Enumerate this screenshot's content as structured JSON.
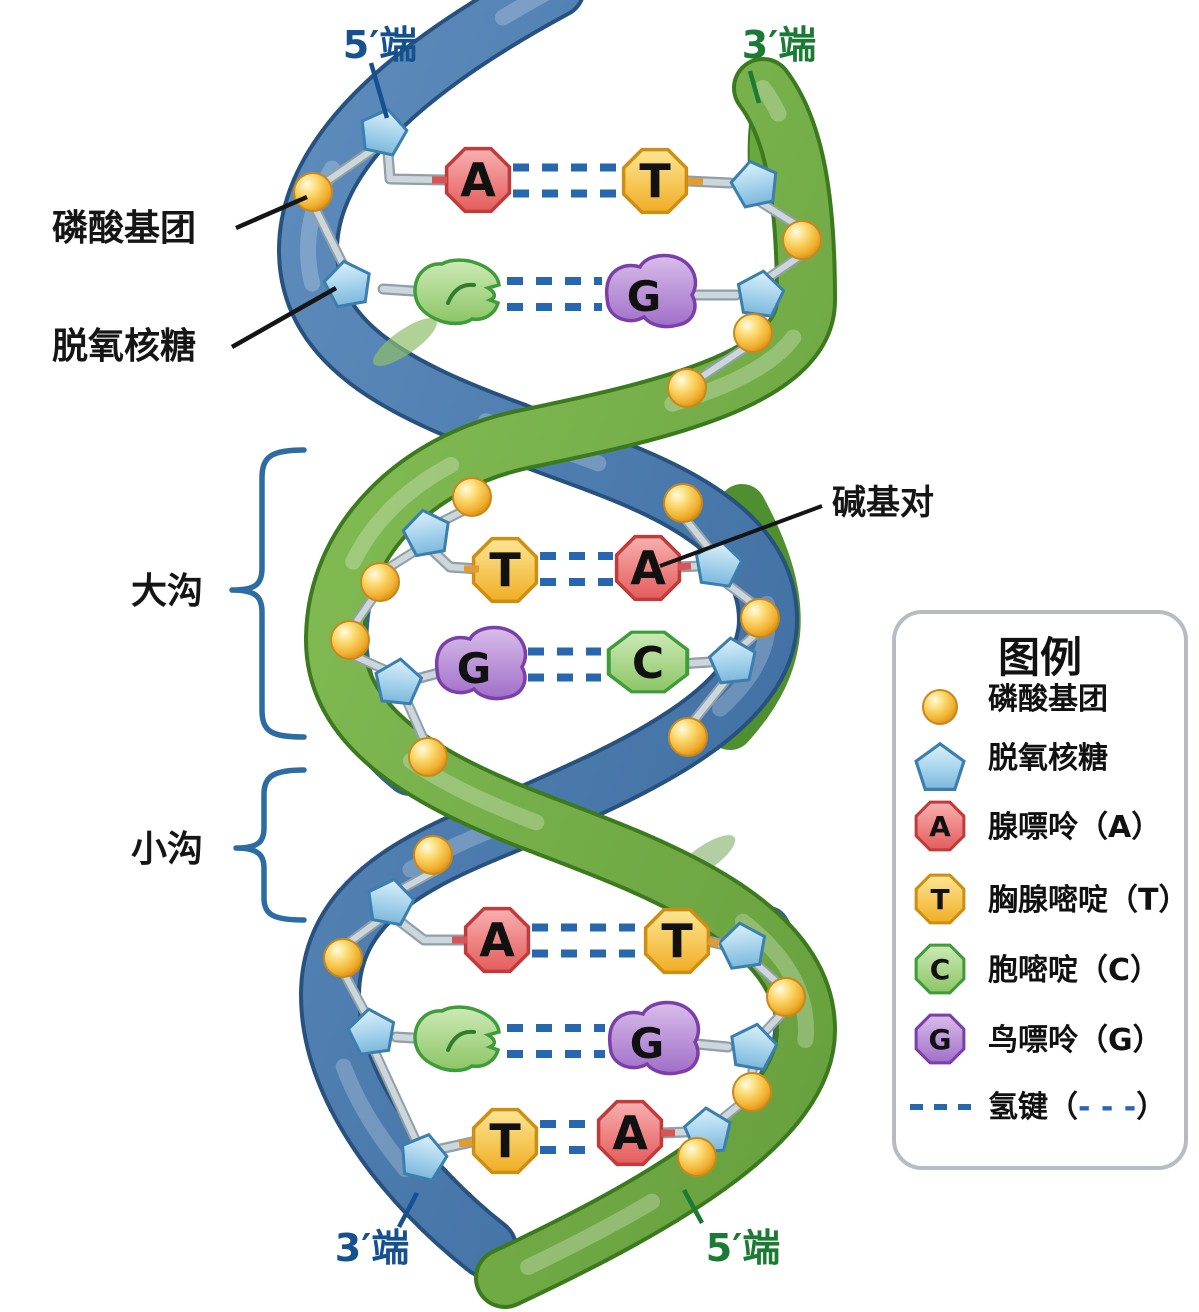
{
  "figure": {
    "type": "dna-double-helix-diagram",
    "language": "zh"
  },
  "labels": {
    "five_end_top": "5′端",
    "three_end_top": "3′端",
    "three_end_bottom": "3′端",
    "five_end_bottom": "5′端",
    "phosphate": "磷酸基团",
    "deoxyribose": "脱氧核糖",
    "major_groove": "大沟",
    "minor_groove": "小沟",
    "base_pair": "碱基对"
  },
  "base_pairs": [
    {
      "left": {
        "base": "A",
        "shape": "octagon",
        "letter_shown": true
      },
      "right": {
        "base": "T",
        "shape": "octagon",
        "letter_shown": true
      }
    },
    {
      "left": {
        "base": "C",
        "shape": "blob-notch",
        "letter_shown": false
      },
      "right": {
        "base": "G",
        "shape": "blob",
        "letter_shown": true
      }
    },
    {
      "left": {
        "base": "T",
        "shape": "octagon",
        "letter_shown": true
      },
      "right": {
        "base": "A",
        "shape": "octagon",
        "letter_shown": true
      }
    },
    {
      "left": {
        "base": "G",
        "shape": "blob",
        "letter_shown": true
      },
      "right": {
        "base": "C",
        "shape": "blob-wide",
        "letter_shown": true
      }
    },
    {
      "left": {
        "base": "A",
        "shape": "octagon",
        "letter_shown": true
      },
      "right": {
        "base": "T",
        "shape": "octagon",
        "letter_shown": true
      }
    },
    {
      "left": {
        "base": "C",
        "shape": "blob-notch",
        "letter_shown": false
      },
      "right": {
        "base": "G",
        "shape": "blob",
        "letter_shown": true
      }
    },
    {
      "left": {
        "base": "T",
        "shape": "octagon",
        "letter_shown": true
      },
      "right": {
        "base": "A",
        "shape": "octagon",
        "letter_shown": true
      }
    }
  ],
  "legend": {
    "title": "图例",
    "items": [
      {
        "icon": "phosphate-sphere-icon",
        "label": "磷酸基团"
      },
      {
        "icon": "deoxyribose-pentagon-icon",
        "label": "脱氧核糖"
      },
      {
        "icon": "adenine-octagon-icon",
        "letter": "A",
        "base": "A",
        "label": "腺嘌呤（A）"
      },
      {
        "icon": "thymine-octagon-icon",
        "letter": "T",
        "base": "T",
        "label": "胸腺嘧啶（T）"
      },
      {
        "icon": "cytosine-octagon-icon",
        "letter": "C",
        "base": "C",
        "label": "胞嘧啶（C）"
      },
      {
        "icon": "guanine-octagon-icon",
        "letter": "G",
        "base": "G",
        "label": "鸟嘌呤（G）"
      },
      {
        "icon": "hydrogen-bond-dashes-icon",
        "label_prefix": "氢键（",
        "label_dashes": "- - -",
        "label_suffix": "）"
      }
    ]
  },
  "colors": {
    "strand_blue": "#4a79ad",
    "strand_blue_edge": "#27517f",
    "strand_green": "#77b34a",
    "strand_green_edge": "#3c7a1e",
    "phosphate": "#f7cf5a",
    "deoxyribose": "#a6d3ec",
    "adenine": "#e96868",
    "thymine": "#f3b62e",
    "cytosine": "#93cc6e",
    "guanine": "#a578cd",
    "hydrogen_bond": "#2767b0",
    "label_blue": "#15508f",
    "label_green": "#1b7a33",
    "bracket_blue": "#2d6ba3"
  }
}
